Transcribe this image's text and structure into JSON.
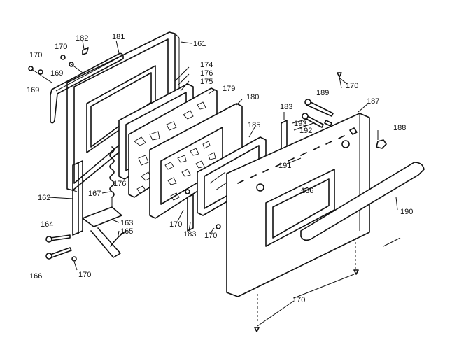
{
  "labels": {
    "l161": "161",
    "l181": "181",
    "l182": "182",
    "l170": "170",
    "l169": "169",
    "l174": "174",
    "l176": "176",
    "l175": "175",
    "l179": "179",
    "l180": "180",
    "l185": "185",
    "l183": "183",
    "l189": "189",
    "l187": "187",
    "l188": "188",
    "l193": "193",
    "l192": "192",
    "l191": "191",
    "l186": "186",
    "l190": "190",
    "l162": "162",
    "l167": "167",
    "l163": "163",
    "l164": "164",
    "l165": "165",
    "l166": "166"
  }
}
